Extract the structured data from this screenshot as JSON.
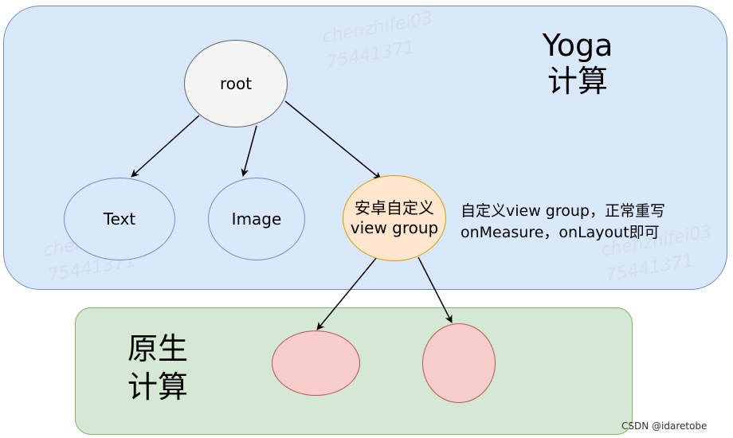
{
  "regions": {
    "yoga": {
      "title_line1": "Yoga",
      "title_line2": "计算",
      "fill_color": "#dae8fc",
      "stroke_color": "#6c8ebf"
    },
    "native": {
      "title_line1": "原生",
      "title_line2": "计算",
      "fill_color": "#d5e8d4",
      "stroke_color": "#82b366"
    }
  },
  "nodes": {
    "root": {
      "label": "root"
    },
    "text": {
      "label": "Text"
    },
    "image": {
      "label": "Image"
    },
    "custom_view_group": {
      "label_line1": "安卓自定义",
      "label_line2": "view group"
    },
    "native_child_1": {
      "label": ""
    },
    "native_child_2": {
      "label": ""
    }
  },
  "annotation": {
    "line1": "自定义view group，正常重写",
    "line2": "onMeasure，onLayout即可"
  },
  "edges": [
    {
      "from": "root",
      "to": "text"
    },
    {
      "from": "root",
      "to": "image"
    },
    {
      "from": "root",
      "to": "custom_view_group"
    },
    {
      "from": "custom_view_group",
      "to": "native_child_1"
    },
    {
      "from": "custom_view_group",
      "to": "native_child_2"
    }
  ],
  "watermark": {
    "line1": "chenzhifei03",
    "line2": "75441371"
  },
  "credit": "CSDN @idaretobe"
}
